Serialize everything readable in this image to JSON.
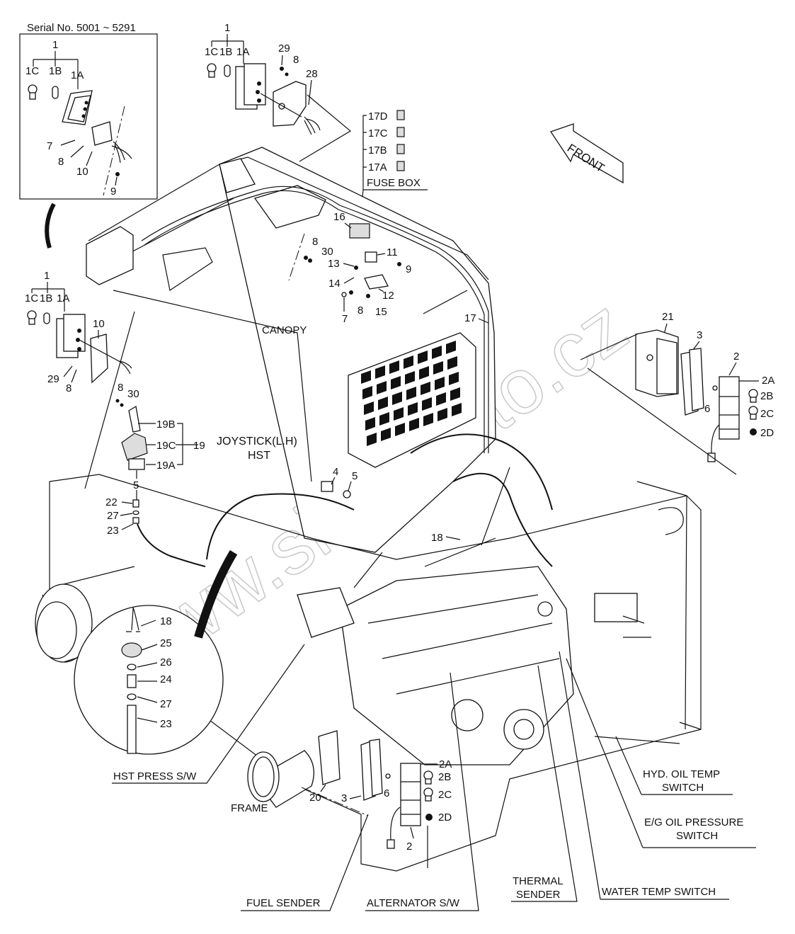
{
  "diagram": {
    "title": "Electrical components exploded parts diagram",
    "watermark": "www.simron.to.cz",
    "inset": {
      "serial_label": "Serial No. 5001 ~ 5291",
      "parts": [
        "1",
        "1C",
        "1B",
        "1A",
        "7",
        "8",
        "10",
        "9"
      ]
    },
    "top_lamp": {
      "parts": [
        "1",
        "1C",
        "1B",
        "1A",
        "29",
        "8",
        "28"
      ]
    },
    "fuse_box": {
      "fuses": [
        "17D",
        "17C",
        "17B",
        "17A"
      ],
      "label": "FUSE BOX"
    },
    "relay_group": {
      "parts": [
        "16",
        "11",
        "13",
        "9",
        "14",
        "12",
        "7",
        "8",
        "15",
        "8",
        "30"
      ]
    },
    "harness": {
      "label": "17"
    },
    "front_arrow": {
      "label": "FRONT"
    },
    "canopy_label": "CANOPY",
    "left_lamp": {
      "parts": [
        "1",
        "1C",
        "1B",
        "1A",
        "10",
        "29",
        "8",
        "8",
        "30"
      ]
    },
    "joystick": {
      "label_line1": "JOYSTICK(L.H)",
      "label_line2": "HST",
      "parts": [
        "19B",
        "19C",
        "19A",
        "19",
        "5",
        "22",
        "27",
        "23"
      ]
    },
    "rear_lamp_right": {
      "parts": [
        "21",
        "3",
        "2",
        "2A",
        "2B",
        "2C",
        "2D",
        "6"
      ]
    },
    "rear_lamp_left": {
      "parts": [
        "20",
        "3",
        "6",
        "2",
        "2A",
        "2B",
        "2C",
        "2D"
      ]
    },
    "middle_parts": [
      "4",
      "5",
      "18"
    ],
    "detail_circle": {
      "parts": [
        "18",
        "25",
        "26",
        "24",
        "27",
        "23"
      ]
    },
    "frame_label": "FRAME",
    "callouts": {
      "hst_press": "HST PRESS S/W",
      "fuel_sender": "FUEL SENDER",
      "alternator": "ALTERNATOR S/W",
      "thermal_1": "THERMAL",
      "thermal_2": "SENDER",
      "water_temp": "WATER TEMP SWITCH",
      "hyd_oil_1": "HYD. OIL TEMP",
      "hyd_oil_2": "SWITCH",
      "eg_oil_1": "E/G OIL PRESSURE",
      "eg_oil_2": "SWITCH"
    }
  }
}
